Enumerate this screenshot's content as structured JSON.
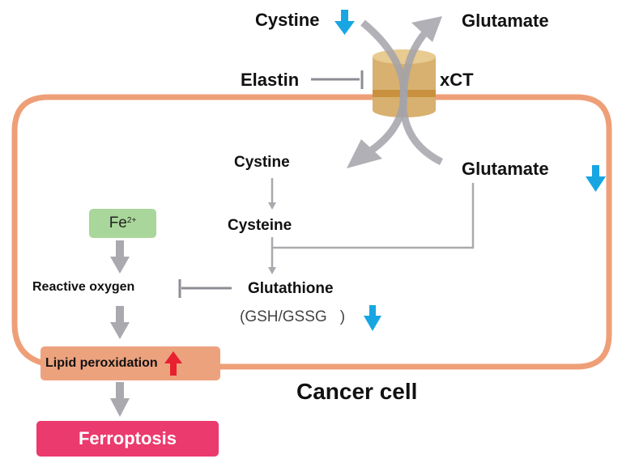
{
  "title": "xCT / ferroptosis pathway in cancer cell",
  "colors": {
    "membrane": "#ee9f78",
    "arrow_gray": "#a9a9ae",
    "inhibit_gray": "#8c8c94",
    "down_arrow": "#18a6e2",
    "up_arrow": "#e8202f",
    "fe_box": "#a9d69a",
    "lipid_box": "#eda27e",
    "ferroptosis_box": "#eb3a6d",
    "cylinder": "#d8b070"
  },
  "labels": {
    "cystine_out": "Cystine",
    "glutamate_out": "Glutamate",
    "elastin": "Elastin",
    "xct": "xCT",
    "cystine_in": "Cystine",
    "glutamate_in": "Glutamate",
    "cysteine": "Cysteine",
    "fe": "Fe",
    "fe_charge": "2+",
    "reactive_oxygen": "Reactive oxygen",
    "glutathione": "Glutathione",
    "gsh_ratio": "(GSH/GSSG",
    "gsh_close": ")",
    "lipid_peroxidation": "Lipid peroxidation",
    "cancer_cell": "Cancer cell",
    "ferroptosis": "Ferroptosis"
  },
  "indicators": {
    "cystine_out": "down",
    "glutamate_in": "down",
    "gsh_ratio": "down",
    "lipid_peroxidation": "up"
  }
}
